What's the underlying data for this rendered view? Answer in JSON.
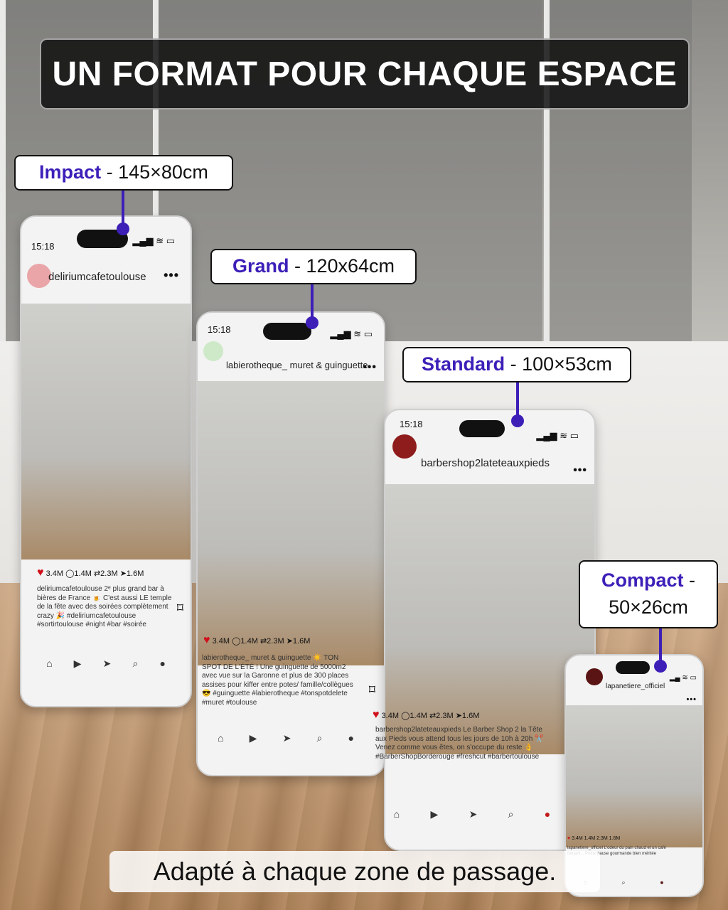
{
  "title": "UN FORMAT POUR CHAQUE ESPACE",
  "footer": "Adapté à chaque zone de passage.",
  "accent_color": "#3d1fb8",
  "formats": [
    {
      "name": "Impact",
      "size": "- 145×80cm"
    },
    {
      "name": "Grand",
      "size": "- 120x64cm"
    },
    {
      "name": "Standard",
      "size": "- 100×53cm"
    },
    {
      "name": "Compact",
      "size": "-",
      "size2": "50×26cm"
    }
  ],
  "mirrors": [
    {
      "time": "15:18",
      "user": "deliriumcafetoulouse",
      "likes": "3.4M",
      "comments": "1.4M",
      "reposts": "2.3M",
      "shares": "1.6M",
      "caption": "deliriumcafetoulouse 2ᵉ plus grand bar à bières de France 🍺 C'est aussi LE temple de la fête avec des soirées complètement crazy 🎉 #deliriumcafetoulouse #sortirtoulouse #night #bar #soirée"
    },
    {
      "time": "15:18",
      "user": "labierotheque_ muret & guinguette",
      "likes": "3.4M",
      "comments": "1.4M",
      "reposts": "2.3M",
      "shares": "1.6M",
      "caption": "labierotheque_ muret & guinguette ☀️ TON SPOT DE L'ÉTÉ ! Une guinguette de 5000m2 avec vue sur la Garonne et plus de 300 places assises pour kiffer entre potes/ famille/collègues 😎 #guinguette #labierotheque #tonspotdelete #muret #toulouse"
    },
    {
      "time": "15:18",
      "user": "barbershop2lateteauxpieds",
      "likes": "3.4M",
      "comments": "1.4M",
      "reposts": "2.3M",
      "shares": "1.6M",
      "caption": "barbershop2lateteauxpieds Le Barber Shop 2 la Tête aux Pieds vous attend tous les jours de 10h à 20h ✂️ Venez comme vous êtes, on s'occupe du reste 👌 #BarberShopBorderouge #freshcut #barbertoulouse"
    },
    {
      "time": "",
      "user": "lapanetiere_officiel",
      "likes": "3.4M",
      "comments": "1.4M",
      "reposts": "2.3M",
      "shares": "1.6M",
      "caption": "lapanetiere_officiel L'odeur du pain chaud et un café fumant... Petite pause gourmande bien méritée"
    }
  ],
  "icons": [
    "cellular-icon",
    "wifi-icon",
    "battery-icon",
    "heart-icon",
    "comment-icon",
    "repost-icon",
    "send-icon",
    "bookmark-icon",
    "home-icon",
    "reels-icon",
    "search-icon",
    "profile-icon"
  ]
}
